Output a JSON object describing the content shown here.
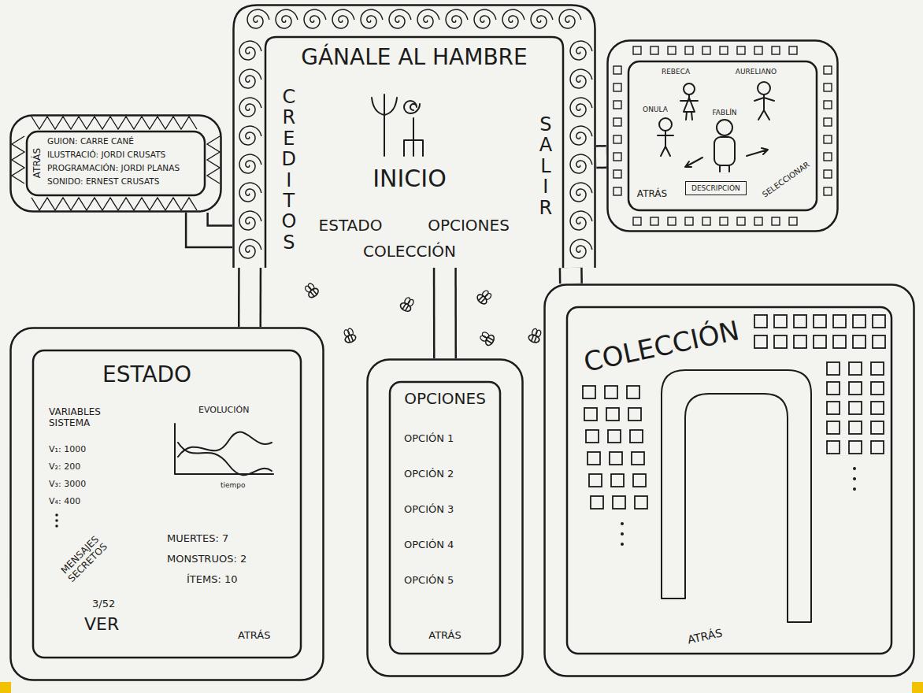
{
  "diagram": {
    "title": "GÁNALE AL HAMBRE",
    "nodes": [
      {
        "text": [
          "INICIO",
          "ESTADO",
          "OPCIONES",
          "COLECCIÓN",
          "CREDITOS",
          "SALIR"
        ]
      },
      {
        "text": [
          "ATRÁS",
          "GUION: CARRE CANÉ",
          "ILUSTRACIÓ: JORDI CRUSATS",
          "PROGRAMACIÓN: JORDI PLANAS",
          "SONIDO: ERNEST CRUSATS"
        ]
      },
      {
        "text": [
          "REBECA",
          "AURELIANO",
          "ONULA",
          "FABLÍN",
          "ATRÁS",
          "SELECCIONAR"
        ]
      },
      {
        "text": [
          "DESCRIPCIÓN"
        ],
        "in": 2
      },
      {
        "text": [
          "ESTADO",
          "VARIABLES SISTEMA",
          "V₁: 1000",
          "V₂: 200",
          "V₃: 3000",
          "V₄: 400",
          "EVOLUCIÓN",
          "tiempo",
          "MUERTES: 7",
          "MONSTRUOS: 2",
          "ÍTEMS: 10",
          "MENSAJES SECRETOS",
          "3/52",
          "VER",
          "ATRÁS"
        ]
      },
      {
        "text": [
          "OPCIONES",
          "OPCIÓN 1",
          "OPCIÓN 2",
          "OPCIÓN 3",
          "OPCIÓN 4",
          "OPCIÓN 5",
          "ATRÁS"
        ]
      },
      {
        "text": [
          "COLECCIÓN",
          "ATRÁS"
        ]
      }
    ],
    "edges": [
      {
        "from": 0,
        "to": 1,
        "arrow": "none"
      },
      {
        "from": 0,
        "to": 2,
        "arrow": "none"
      },
      {
        "from": 0,
        "to": 4,
        "arrow": "none"
      },
      {
        "from": 0,
        "to": 5,
        "arrow": "none"
      },
      {
        "from": 0,
        "to": 6,
        "arrow": "none"
      }
    ]
  }
}
